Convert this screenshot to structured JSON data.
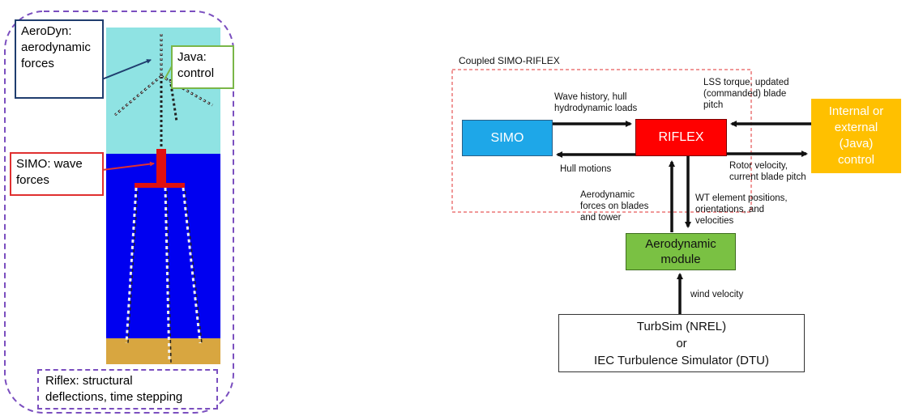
{
  "left_panel": {
    "aerodyn_callout": "AeroDyn:\naerodynamic\nforces",
    "java_callout": "Java:\ncontrol",
    "simo_callout": "SIMO: wave\nforces",
    "riflex_callout": "Riflex: structural\ndeflections, time stepping"
  },
  "right_panel": {
    "group_title": "Coupled SIMO-RIFLEX",
    "simo_box": "SIMO",
    "riflex_box": "RIFLEX",
    "control_box": "Internal or\nexternal\n(Java)\ncontrol",
    "aero_box": "Aerodynamic\nmodule",
    "turbsim_box": "TurbSim (NREL)\nor\nIEC Turbulence Simulator (DTU)",
    "edge_wave_history": "Wave history, hull\nhydrodynamic loads",
    "edge_hull_motions": "Hull motions",
    "edge_lss_torque": "LSS torque, updated\n(commanded) blade\npitch",
    "edge_rotor_velocity": "Rotor velocity,\ncurrent blade pitch",
    "edge_aero_forces": "Aerodynamic\nforces on blades\nand tower",
    "edge_wt_positions": "WT element positions,\norientations, and\nvelocities",
    "edge_wind_velocity": "wind velocity"
  },
  "colors": {
    "sky": "#8fe3e3",
    "sea": "#0000f0",
    "seabed": "#d8a640",
    "tower": "#e01010",
    "panel_border": "#7b4fbf",
    "aerodyn_border": "#1f3d6e",
    "java_border": "#7ab648",
    "simo_border": "#e03030",
    "simo_fill": "#1ea7e8",
    "riflex_fill": "#ff0000",
    "control_fill": "#ffc000",
    "aero_fill": "#7ac143",
    "group_border": "#e03030"
  }
}
